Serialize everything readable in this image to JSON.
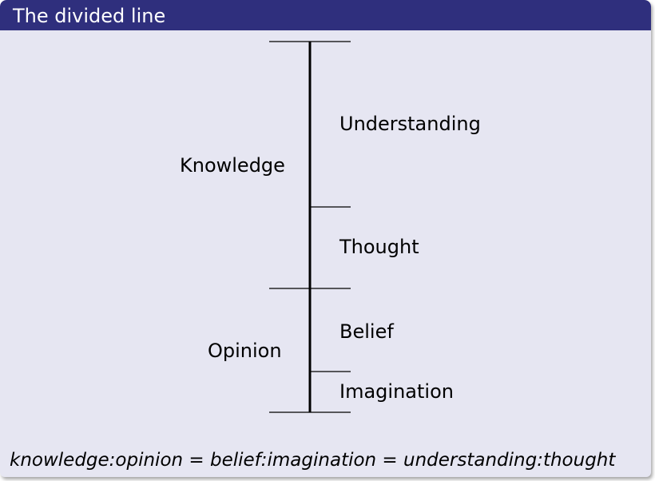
{
  "block": {
    "title": "The divided line"
  },
  "sections": {
    "knowledge": "Knowledge",
    "opinion": "Opinion"
  },
  "segments": {
    "understanding": "Understanding",
    "thought": "Thought",
    "belief": "Belief",
    "imagination": "Imagination"
  },
  "formula": "knowledge:opinion = belief:imagination = understanding:thought",
  "colors": {
    "title_bar": "#2f2f7d",
    "block_body": "#e6e6f2"
  }
}
